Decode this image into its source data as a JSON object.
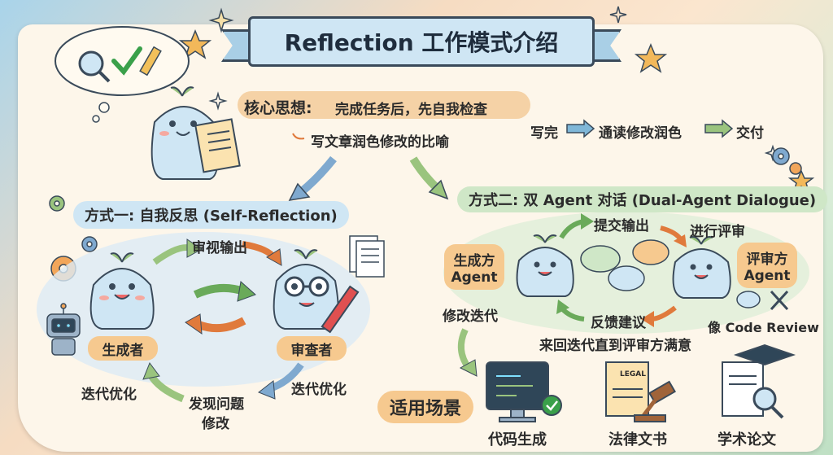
{
  "title": "Reflection 工作模式介绍",
  "core": {
    "label": "核心思想:",
    "text": "完成任务后，先自我检查",
    "metaphor": "写文章润色修改的比喻",
    "flow": [
      "写完",
      "通读修改润色",
      "交付"
    ]
  },
  "mode1": {
    "title": "方式一: 自我反思 (Self-Reflection)",
    "generator": "生成者",
    "reviewer": "审查者",
    "review_output": "审视输出",
    "iterate_right": "迭代优化",
    "iterate_left": "迭代优化",
    "find_issue_1": "发现问题",
    "find_issue_2": "修改"
  },
  "mode2": {
    "title": "方式二: 双 Agent 对话 (Dual-Agent Dialogue)",
    "producer_1": "生成方",
    "producer_2": "Agent",
    "critic_1": "评审方",
    "critic_2": "Agent",
    "submit": "提交输出",
    "evaluate": "进行评审",
    "feedback": "反馈建议",
    "revise": "修改迭代",
    "until": "来回迭代直到评审方满意",
    "like": "像 Code Review"
  },
  "scenarios": {
    "title": "适用场景",
    "items": [
      "代码生成",
      "法律文书",
      "学术论文"
    ],
    "legal_doc_label": "LEGAL"
  },
  "colors": {
    "accent_orange": "#e07a3c",
    "accent_green": "#6aaa5a",
    "accent_blue": "#5a8fc0",
    "dark": "#3a4a5a"
  }
}
